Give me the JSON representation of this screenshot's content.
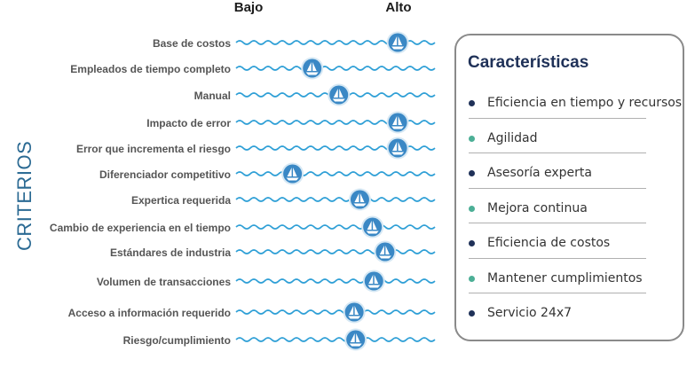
{
  "axis": {
    "low": "Bajo",
    "high": "Alto"
  },
  "vertical_label": "CRITERIOS",
  "criteria": [
    {
      "label": "Base de costos",
      "value": 0.95
    },
    {
      "label": "Empleados de tiempo completo",
      "value": 0.34
    },
    {
      "label": "Manual",
      "value": 0.53
    },
    {
      "label": "Impacto de error",
      "value": 0.95
    },
    {
      "label": "Error que incrementa el riesgo",
      "value": 0.95
    },
    {
      "label": "Diferenciador competitivo",
      "value": 0.2
    },
    {
      "label": "Expertica requerida",
      "value": 0.68
    },
    {
      "label": "Cambio de experiencia en el tiempo",
      "value": 0.77
    },
    {
      "label": "Estándares de industria",
      "value": 0.86
    },
    {
      "label": "Volumen de transacciones",
      "value": 0.78
    },
    {
      "label": "Acceso a información requerido",
      "value": 0.64
    },
    {
      "label": "Riesgo/cumplimiento",
      "value": 0.65
    }
  ],
  "panel": {
    "title": "Características",
    "items": [
      {
        "label": "Eficiencia en tiempo y recursos",
        "color": "#1f3158"
      },
      {
        "label": "Agilidad",
        "color": "#4caf96"
      },
      {
        "label": "Asesoría experta",
        "color": "#1f3158"
      },
      {
        "label": "Mejora continua",
        "color": "#4caf96"
      },
      {
        "label": "Eficiencia de costos",
        "color": "#1f3158"
      },
      {
        "label": "Mantener cumplimientos",
        "color": "#4caf96"
      },
      {
        "label": "Servicio 24x7",
        "color": "#1f3158"
      }
    ]
  },
  "colors": {
    "wave": "#2e9fd6",
    "boat_fill": "#3a88c5",
    "boat_ring": "#d6e8f4",
    "text_dark": "#1b1b1b",
    "vertical_label": "#2b6a93"
  }
}
